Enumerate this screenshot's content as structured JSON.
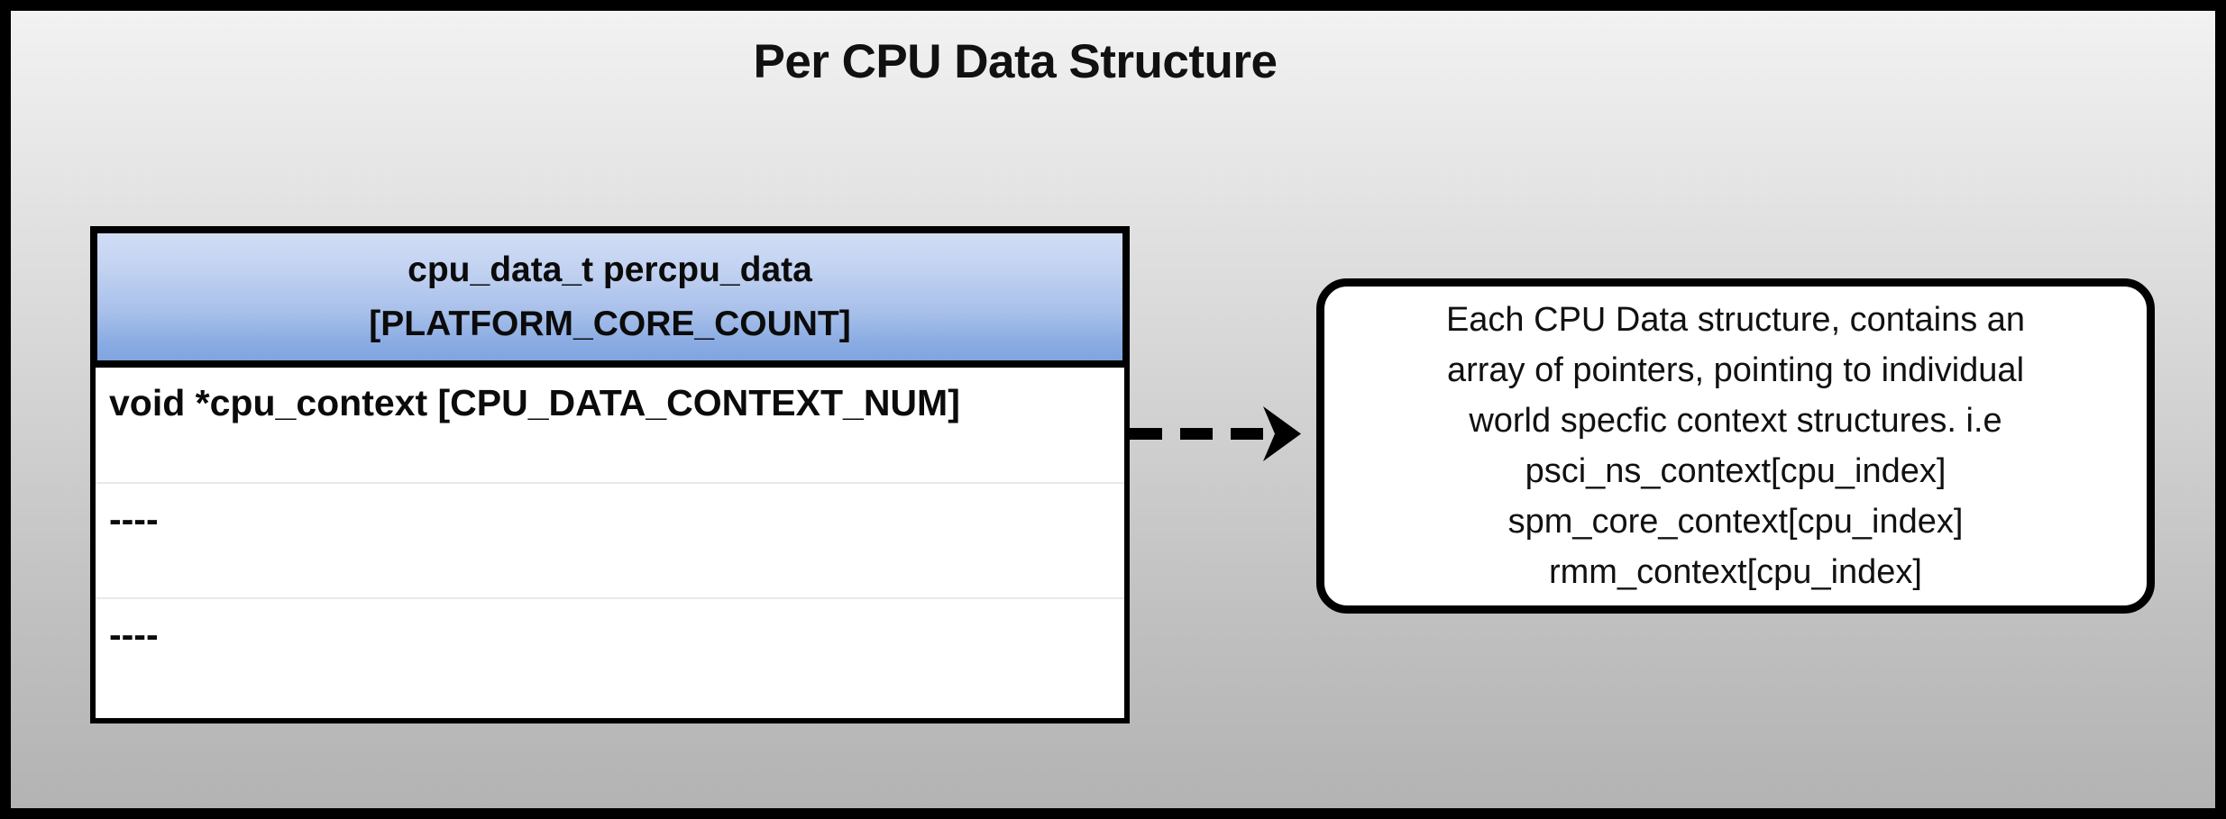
{
  "figure": {
    "title": "Per CPU Data Structure",
    "background_top_color": "#f2f2f2",
    "background_bottom_color": "#b3b3b3",
    "frame_color": "#000000"
  },
  "struct_table": {
    "header": {
      "line1": "cpu_data_t percpu_data",
      "line2": "[PLATFORM_CORE_COUNT]",
      "gradient_top_color": "#d1ddf6",
      "gradient_bottom_color": "#7fa5df",
      "border_color": "#000000"
    },
    "rows": [
      {
        "label": "void *cpu_context [CPU_DATA_CONTEXT_NUM]"
      },
      {
        "label": "----"
      },
      {
        "label": "----"
      }
    ],
    "row_divider_color": "#e9e9e9",
    "body_background": "#ffffff"
  },
  "connector": {
    "style": "dashed-arrow",
    "direction": "right",
    "color": "#000000",
    "dash_count": 3
  },
  "note": {
    "lines": [
      "Each CPU Data structure, contains an",
      "array of pointers, pointing to individual",
      "world specfic context structures. i.e",
      "psci_ns_context[cpu_index]",
      "spm_core_context[cpu_index]",
      "rmm_context[cpu_index]"
    ],
    "border_color": "#000000",
    "background": "#ffffff"
  }
}
